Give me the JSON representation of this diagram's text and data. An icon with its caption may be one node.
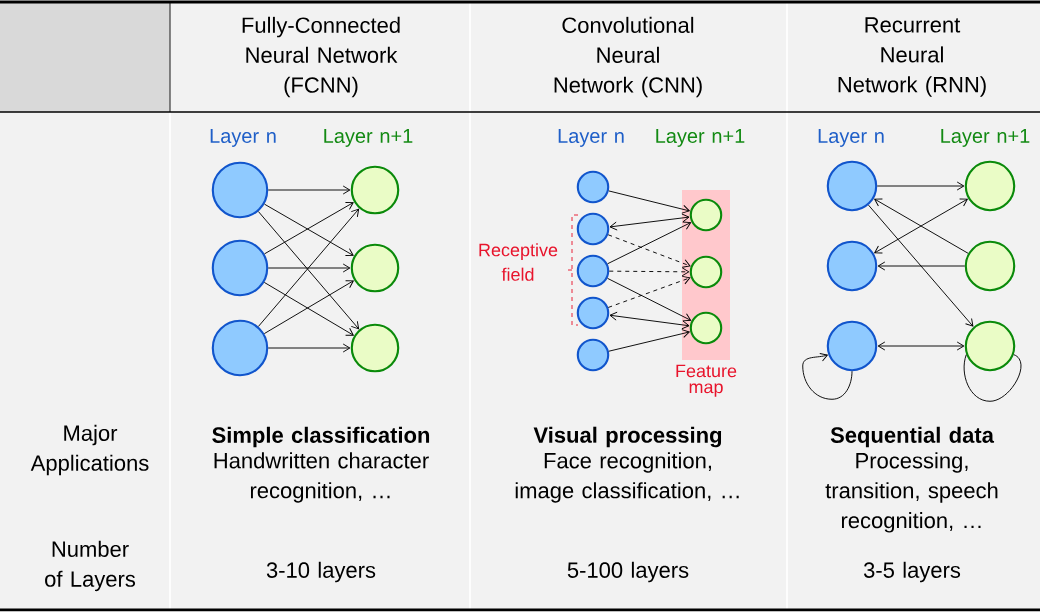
{
  "diagram": {
    "nodes": [
      {
        "text": [],
        "shape": "circle"
      },
      {
        "text": [],
        "shape": "circle"
      },
      {
        "text": [],
        "shape": "circle"
      },
      {
        "text": [],
        "shape": "circle"
      },
      {
        "text": [],
        "shape": "circle"
      },
      {
        "text": [],
        "shape": "circle"
      },
      {
        "text": [],
        "shape": "circle"
      },
      {
        "text": [],
        "shape": "circle"
      },
      {
        "text": [],
        "shape": "circle"
      },
      {
        "text": [],
        "shape": "circle"
      },
      {
        "text": [],
        "shape": "circle"
      },
      {
        "text": [
          "Feature map"
        ]
      },
      {
        "text": [],
        "shape": "circle",
        "in": 11
      },
      {
        "text": [],
        "shape": "circle",
        "in": 11
      },
      {
        "text": [],
        "shape": "circle",
        "in": 11
      },
      {
        "text": [],
        "shape": "circle"
      },
      {
        "text": [],
        "shape": "circle"
      },
      {
        "text": [],
        "shape": "circle"
      },
      {
        "text": [],
        "shape": "circle"
      },
      {
        "text": [],
        "shape": "circle"
      },
      {
        "text": [],
        "shape": "circle"
      }
    ],
    "edges": [
      {
        "from": 0,
        "to": 3,
        "arrow": "to"
      },
      {
        "from": 0,
        "to": 4,
        "arrow": "to"
      },
      {
        "from": 0,
        "to": 5,
        "arrow": "to"
      },
      {
        "from": 1,
        "to": 3,
        "arrow": "to"
      },
      {
        "from": 1,
        "to": 4,
        "arrow": "to"
      },
      {
        "from": 1,
        "to": 5,
        "arrow": "to"
      },
      {
        "from": 2,
        "to": 3,
        "arrow": "to"
      },
      {
        "from": 2,
        "to": 4,
        "arrow": "to"
      },
      {
        "from": 2,
        "to": 5,
        "arrow": "to"
      },
      {
        "from": 6,
        "to": 12,
        "arrow": "to"
      },
      {
        "from": 7,
        "to": 12,
        "arrow": "both"
      },
      {
        "from": 8,
        "to": 12,
        "arrow": "to"
      },
      {
        "from": 7,
        "to": 13,
        "arrow": "to",
        "style": "dashed"
      },
      {
        "from": 8,
        "to": 13,
        "arrow": "to",
        "style": "dashed"
      },
      {
        "from": 9,
        "to": 13,
        "arrow": "to",
        "style": "dashed"
      },
      {
        "from": 8,
        "to": 14,
        "arrow": "to"
      },
      {
        "from": 9,
        "to": 14,
        "arrow": "both"
      },
      {
        "from": 10,
        "to": 14,
        "arrow": "to"
      },
      {
        "from": 15,
        "to": 18,
        "arrow": "to"
      },
      {
        "from": 15,
        "to": 20,
        "arrow": "to"
      },
      {
        "from": 19,
        "to": 15,
        "arrow": "to"
      },
      {
        "from": 16,
        "to": 18,
        "arrow": "both"
      },
      {
        "from": 19,
        "to": 16,
        "arrow": "to"
      },
      {
        "from": 17,
        "to": 20,
        "arrow": "both"
      },
      {
        "from": 17,
        "to": 17,
        "arrow": "to"
      },
      {
        "from": 20,
        "to": 20,
        "arrow": "none"
      }
    ],
    "labels": [
      "Fully-Connected Neural Network (FCNN)",
      "Convolutional Neural Network (CNN)",
      "Recurrent Neural Network (RNN)",
      "Layer n",
      "Layer n+1",
      "Layer n",
      "Layer n+1",
      "Layer n",
      "Layer n+1",
      "Receptive field",
      "Major Applications",
      "Simple classification",
      "Handwritten character recognition, …",
      "Visual processing",
      "Face recognition, image classification, …",
      "Sequential data",
      "Processing, transition, speech recognition, …",
      "Number of Layers",
      "3-10 layers",
      "5-100 layers",
      "3-5 layers"
    ]
  }
}
